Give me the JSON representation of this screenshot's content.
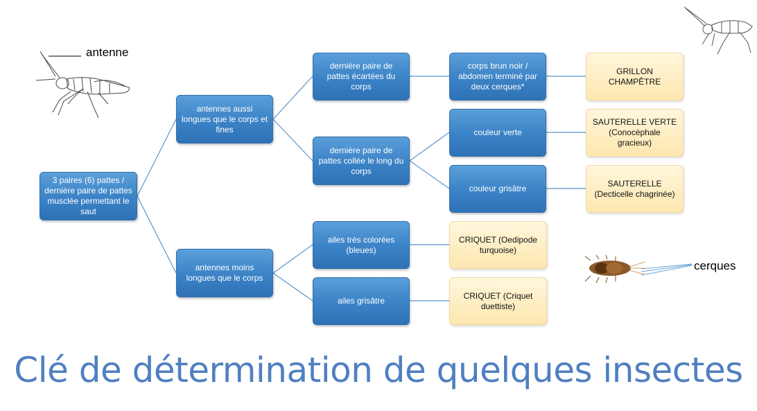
{
  "nodes": {
    "root": "3 paires (6) pattes / dernière paire de pattes musclée permettant le saut",
    "ant_long": "antennes aussi longues que le corps  et fines",
    "ant_short": "antennes moins longues que le corps",
    "pattes_ecartees": "dernière paire de pattes écartées du corps",
    "pattes_collees": "dernière paire de pattes collée le long du corps",
    "ailes_colorees": "ailes très colorées (bleues)",
    "ailes_grisatre": "ailes grisâtre",
    "brun_noir": "corps brun noir / abdomen terminé par deux cerques*",
    "verte": "couleur verte",
    "grisatre": "couleur grisâtre"
  },
  "results": {
    "grillon": "GRILLON CHAMPÊTRE",
    "sauterelle_verte": "SAUTERELLE VERTE (Conocéphale gracieux)",
    "sauterelle": "SAUTERELLE (Decticelle chagrinée)",
    "criquet_oedipode": "CRIQUET (Oedipode turquoise)",
    "criquet_duettiste": "CRIQUET (Criquet duettiste)"
  },
  "labels": {
    "antenne": "antenne",
    "cerques": "cerques"
  },
  "title": "Clé  de détermination de quelques insectes",
  "colors": {
    "box_blue": "#3b82c6",
    "box_yellow": "#fde7b0",
    "connector": "#5b95c9",
    "title": "#4f7fc0"
  },
  "icons": [
    "grasshopper-drawing-icon",
    "grasshopper-small-drawing-icon",
    "larva-icon"
  ]
}
